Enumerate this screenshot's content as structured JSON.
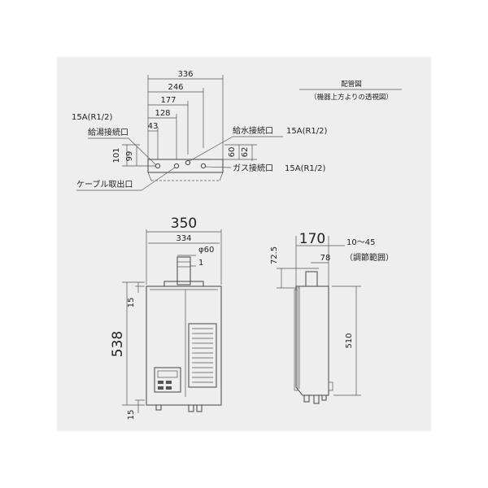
{
  "piping_view": {
    "title": "配管図",
    "subtitle": "（機器上方よりの透視図）",
    "dims": {
      "d336": "336",
      "d246": "246",
      "d177": "177",
      "d128": "128",
      "d43": "43",
      "d101": "101",
      "d99": "99",
      "d60": "60",
      "d62": "62"
    },
    "labels": {
      "hot_size": "15A(R1/2)",
      "hot_outlet": "給湯接続口",
      "cable_outlet": "ケーブル取出口",
      "water_inlet": "給水接続口",
      "water_size": "15A(R1/2)",
      "gas_inlet": "ガス接続口",
      "gas_size": "15A(R1/2)"
    }
  },
  "front_view": {
    "dims": {
      "width": "350",
      "inner_width": "334",
      "pipe_dia": "φ60",
      "pipe_off": "1",
      "height": "538",
      "top_margin": "15",
      "bottom_margin": "15"
    }
  },
  "side_view": {
    "dims": {
      "depth": "170",
      "range": "10～45",
      "range_note": "（調節範囲）",
      "top": "72.5",
      "pipe_off": "78",
      "height": "510"
    }
  }
}
